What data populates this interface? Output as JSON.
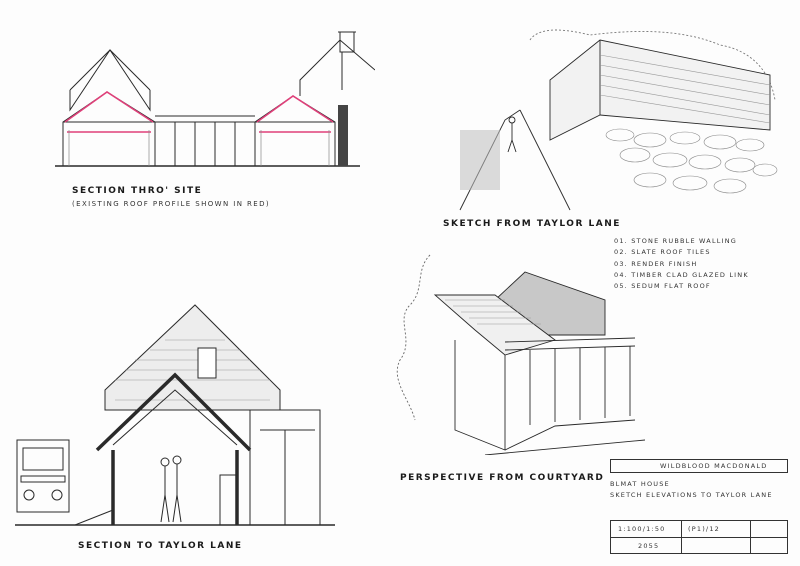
{
  "drawings": {
    "section_thro_site": {
      "title": "Section Thro' Site",
      "subtitle": "(Existing roof profile shown in red)"
    },
    "sketch_from_taylor_lane": {
      "title": "Sketch from Taylor Lane"
    },
    "perspective_from_courtyard": {
      "title": "Perspective from Courtyard"
    },
    "section_to_taylor_lane": {
      "title": "Section to Taylor Lane"
    }
  },
  "legend": {
    "items": [
      "01. Stone rubble walling",
      "02. Slate roof tiles",
      "03. Render finish",
      "04. Timber clad glazed link",
      "05. Sedum flat roof"
    ]
  },
  "title_block": {
    "architect": "Wildblood Macdonald",
    "project": "Blmat House",
    "drawing_title": "Sketch elevations to Taylor Lane",
    "scale": "1:100/1:50",
    "revision": "(P1)/12",
    "drawing_number": "2055"
  },
  "colors": {
    "ink": "#2a2a2a",
    "existing_roof": "#e0407a",
    "shade": "#9a9a9a",
    "paper": "#fdfdfd"
  }
}
